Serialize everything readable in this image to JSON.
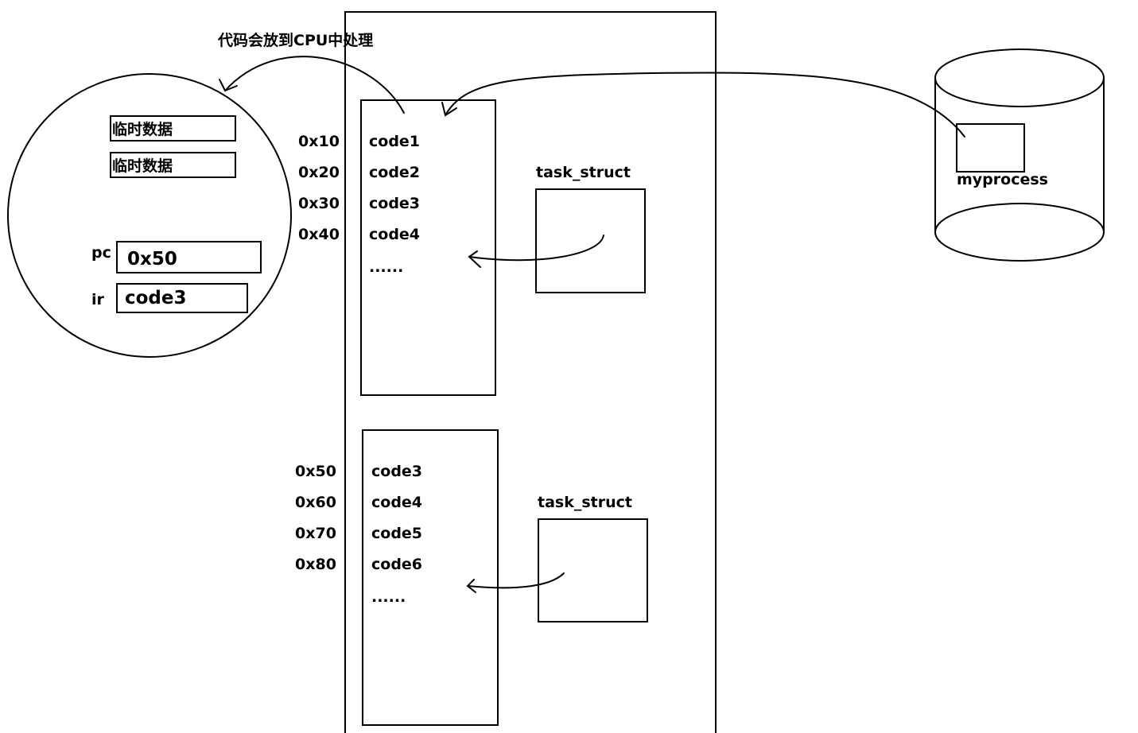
{
  "caption": "代码会放到CPU中处理",
  "cpu": {
    "temp_data": [
      "临时数据",
      "临时数据"
    ],
    "pc": {
      "label": "pc",
      "value": "0x50"
    },
    "ir": {
      "label": "ir",
      "value": "code3"
    }
  },
  "process_a": {
    "addresses": [
      "0x10",
      "0x20",
      "0x30",
      "0x40"
    ],
    "codes": [
      "code1",
      "code2",
      "code3",
      "code4"
    ],
    "ellipsis": "......",
    "task_struct_label": "task_struct"
  },
  "process_b": {
    "addresses": [
      "0x50",
      "0x60",
      "0x70",
      "0x80"
    ],
    "codes": [
      "code3",
      "code4",
      "code5",
      "code6"
    ],
    "ellipsis": "......",
    "task_struct_label": "task_struct"
  },
  "disk": {
    "file_label": "myprocess"
  }
}
